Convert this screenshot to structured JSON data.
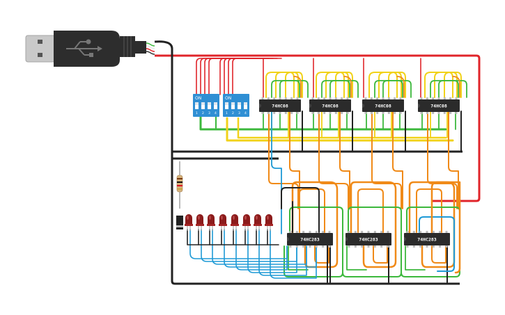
{
  "colors": {
    "red": "#e0242a",
    "black": "#222222",
    "green": "#3cb83c",
    "yellow": "#f1d21a",
    "orange": "#f08a18",
    "blue": "#1e9ad6",
    "chip": "#2b2b2b",
    "dip": "#2f8fd4",
    "led": "#8c1b1b"
  },
  "and_chips": [
    {
      "label": "74HC08"
    },
    {
      "label": "74HC08"
    },
    {
      "label": "74HC08"
    },
    {
      "label": "74HC08"
    }
  ],
  "adder_chips": [
    {
      "label": "74HC283"
    },
    {
      "label": "74HC283"
    },
    {
      "label": "74HC283"
    }
  ],
  "dip_switches": [
    {
      "on_label": "ON",
      "positions": [
        "1",
        "2",
        "3",
        "4"
      ]
    },
    {
      "on_label": "ON",
      "positions": [
        "1",
        "2",
        "3",
        "4"
      ]
    }
  ],
  "led_count": 8
}
